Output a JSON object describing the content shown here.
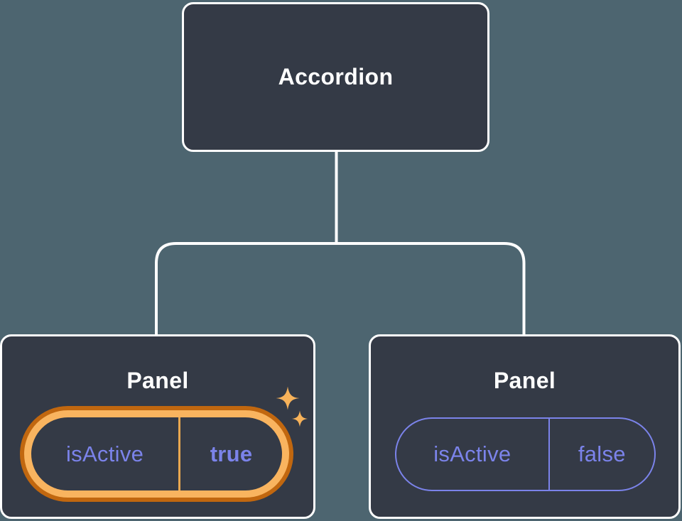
{
  "diagram": {
    "root": {
      "label": "Accordion"
    },
    "panels": [
      {
        "title": "Panel",
        "state_name": "isActive",
        "state_value": "true",
        "highlighted": true
      },
      {
        "title": "Panel",
        "state_name": "isActive",
        "state_value": "false",
        "highlighted": false
      }
    ],
    "colors": {
      "background": "#4D6570",
      "node_fill": "#343A46",
      "node_border": "#FFFFFF",
      "connector": "#FFFFFF",
      "state_text": "#7B83EA",
      "state_pill_border": "#7B83EA",
      "highlight_ring_outer": "#C1670F",
      "highlight_ring_inner": "#F9B45F",
      "highlight_divider": "#E9A850",
      "sparkle": "#F7B25A"
    }
  }
}
